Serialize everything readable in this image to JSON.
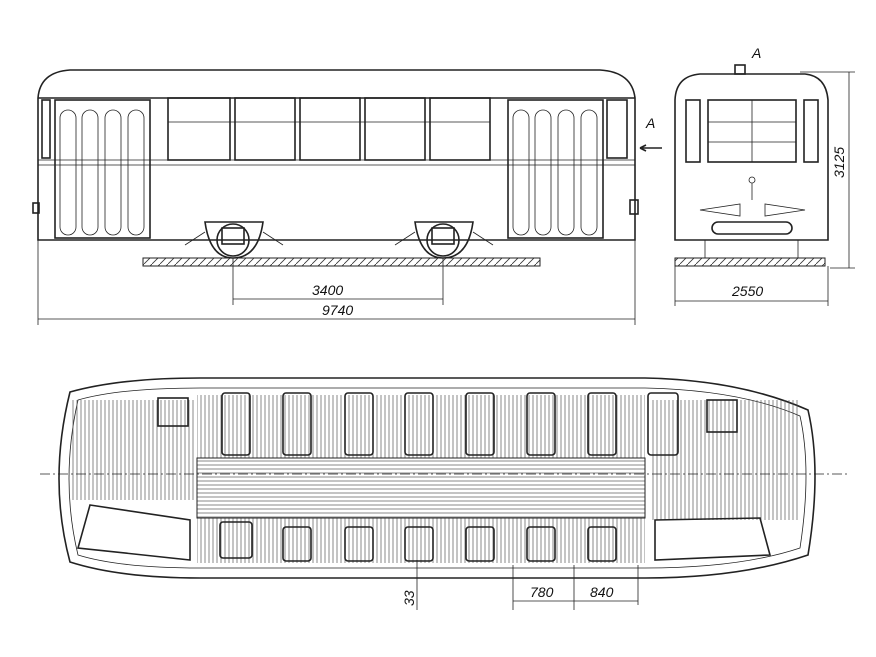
{
  "drawing": {
    "view_label_a_top": "A",
    "view_label_a_side": "A",
    "dimensions": {
      "bogie_spacing": "3400",
      "overall_length": "9740",
      "width": "2550",
      "height": "3125",
      "aisle_offset": "33",
      "seat_pitch_1": "780",
      "seat_pitch_2": "840"
    }
  }
}
